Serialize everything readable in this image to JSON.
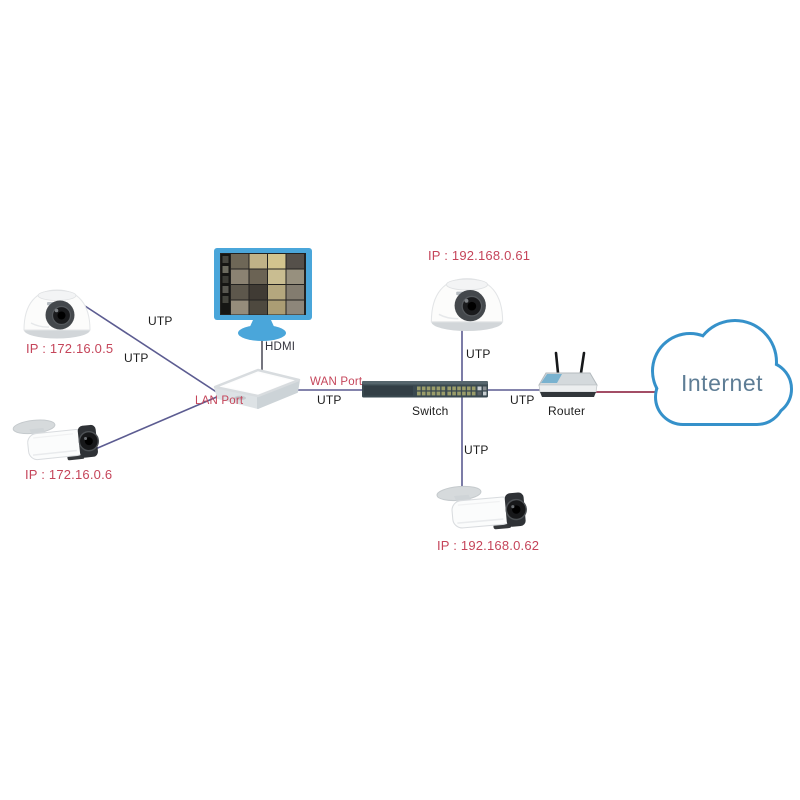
{
  "diagram": {
    "type": "cctv-network-topology",
    "devices": {
      "dome_camera_left": {
        "ip_label": "IP : 172.16.0.5"
      },
      "bullet_camera_left": {
        "ip_label": "IP : 172.16.0.6"
      },
      "dome_camera_top": {
        "ip_label": "IP : 192.168.0.61"
      },
      "bullet_camera_bottom": {
        "ip_label": "IP : 192.168.0.62"
      },
      "nvr": {
        "lan_port_label": "LAN Port",
        "wan_port_label": "WAN Port"
      },
      "switch": {
        "label": "Switch"
      },
      "router": {
        "label": "Router"
      },
      "internet_cloud": {
        "label": "Internet"
      }
    },
    "cables": {
      "dome_left_to_nvr": "UTP",
      "bullet_left_to_nvr": "UTP",
      "monitor_to_nvr": "HDMI",
      "nvr_to_switch": "UTP",
      "dome_top_to_switch": "UTP",
      "switch_to_bullet_bottom": "UTP",
      "switch_to_router": "UTP"
    },
    "colors": {
      "utp_line": "#5c5c91",
      "hdmi_line": "#474754",
      "wan_to_internet_line": "#a34e66",
      "ip_text": "#c5455a",
      "cloud_stroke": "#3591ca",
      "monitor_frame": "#4aa6da"
    }
  }
}
